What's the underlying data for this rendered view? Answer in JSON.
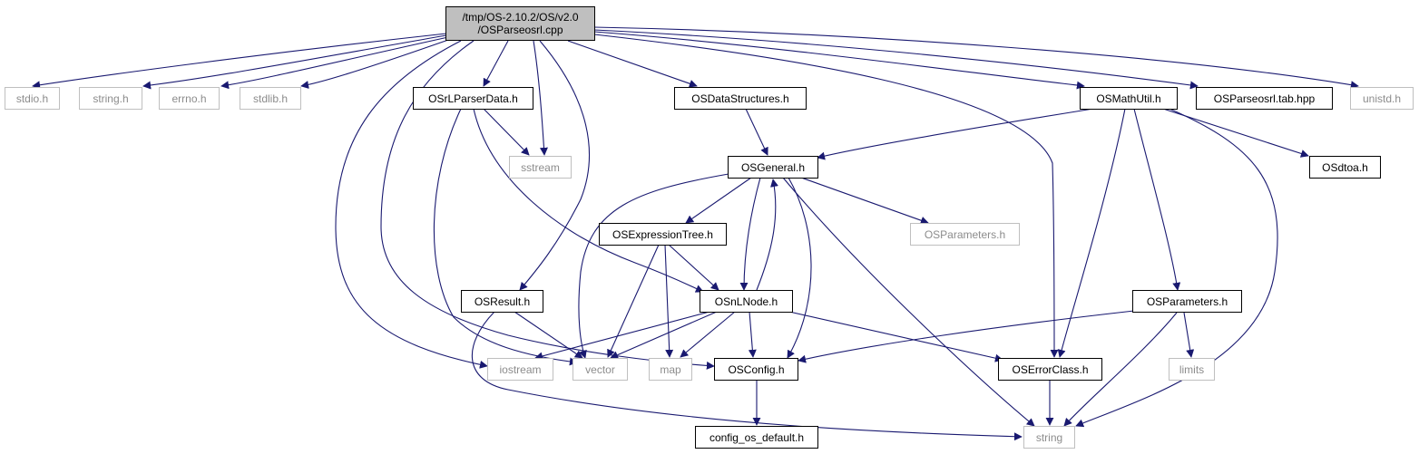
{
  "graph": {
    "root": {
      "line1": "/tmp/OS-2.10.2/OS/v2.0",
      "line2": "/OSParseosrl.cpp"
    },
    "nodes": {
      "stdio_h": "stdio.h",
      "string_h": "string.h",
      "errno_h": "errno.h",
      "stdlib_h": "stdlib.h",
      "osrl_parser_data": "OSrLParserData.h",
      "os_data_structures": "OSDataStructures.h",
      "os_math_util": "OSMathUtil.h",
      "os_parse_osrl_tab": "OSParseosrl.tab.hpp",
      "unistd_h": "unistd.h",
      "sstream": "sstream",
      "os_general": "OSGeneral.h",
      "os_dtoa": "OSdtoa.h",
      "os_expression_tree": "OSExpressionTree.h",
      "os_parameters_faint": "OSParameters.h",
      "os_result": "OSResult.h",
      "os_nl_node": "OSnLNode.h",
      "os_parameters": "OSParameters.h",
      "iostream": "iostream",
      "vector": "vector",
      "map": "map",
      "os_config": "OSConfig.h",
      "os_error_class": "OSErrorClass.h",
      "limits": "limits",
      "config_os_default": "config_os_default.h",
      "string": "string"
    },
    "colors": {
      "edge": "#191970",
      "faint_border": "#bfbfbf",
      "faint_text": "#8c8c8c",
      "root_fill": "#bfbfbf"
    }
  }
}
